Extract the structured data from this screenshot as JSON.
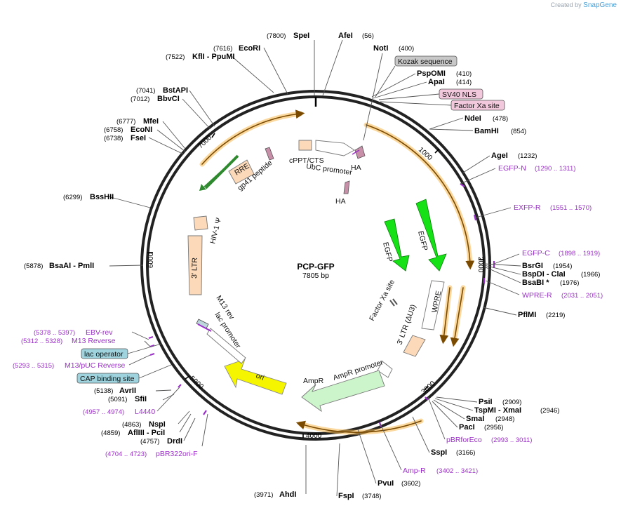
{
  "credit": {
    "prefix": "Created by",
    "brand": "SnapGene"
  },
  "plasmid": {
    "name": "PCP-GFP",
    "length": "7805 bp",
    "length_bp": 7805
  },
  "ticks": [
    "1000",
    "2000",
    "3000",
    "4000",
    "5000",
    "6000",
    "7000"
  ],
  "enzymes": [
    {
      "id": "spei",
      "name": "SpeI",
      "pos": "(7800)"
    },
    {
      "id": "afei",
      "name": "AfeI",
      "pos": "(56)"
    },
    {
      "id": "noti",
      "name": "NotI",
      "pos": "(400)"
    },
    {
      "id": "pspomi",
      "name": "PspOMI",
      "pos": "(410)"
    },
    {
      "id": "apai",
      "name": "ApaI",
      "pos": "(414)"
    },
    {
      "id": "ndei",
      "name": "NdeI",
      "pos": "(478)"
    },
    {
      "id": "bamhi",
      "name": "BamHI",
      "pos": "(854)"
    },
    {
      "id": "agei",
      "name": "AgeI",
      "pos": "(1232)"
    },
    {
      "id": "bsrgi",
      "name": "BsrGI",
      "pos": "(1954)"
    },
    {
      "id": "bspdi",
      "name": "BspDI - ClaI",
      "pos": "(1966)"
    },
    {
      "id": "bsabi",
      "name": "BsaBI *",
      "pos": "(1976)"
    },
    {
      "id": "pflmi",
      "name": "PflMI",
      "pos": "(2219)"
    },
    {
      "id": "psii",
      "name": "PsiI",
      "pos": "(2909)"
    },
    {
      "id": "tspmi",
      "name": "TspMI - XmaI",
      "pos": "(2946)"
    },
    {
      "id": "smai",
      "name": "SmaI",
      "pos": "(2948)"
    },
    {
      "id": "paci",
      "name": "PacI",
      "pos": "(2956)"
    },
    {
      "id": "sspi",
      "name": "SspI",
      "pos": "(3166)"
    },
    {
      "id": "pvui",
      "name": "PvuI",
      "pos": "(3602)"
    },
    {
      "id": "fspi",
      "name": "FspI",
      "pos": "(3748)"
    },
    {
      "id": "ahdi",
      "name": "AhdI",
      "pos": "(3971)"
    },
    {
      "id": "drdi",
      "name": "DrdI",
      "pos": "(4757)"
    },
    {
      "id": "afliii",
      "name": "AflIII - PciI",
      "pos": "(4859)"
    },
    {
      "id": "nspi",
      "name": "NspI",
      "pos": "(4863)"
    },
    {
      "id": "sfii",
      "name": "SfiI",
      "pos": "(5091)"
    },
    {
      "id": "avrii",
      "name": "AvrII",
      "pos": "(5138)"
    },
    {
      "id": "bsaai",
      "name": "BsaAI - PmlI",
      "pos": "(5878)"
    },
    {
      "id": "bsshii",
      "name": "BssHII",
      "pos": "(6299)"
    },
    {
      "id": "fsei",
      "name": "FseI",
      "pos": "(6738)"
    },
    {
      "id": "econi",
      "name": "EcoNI",
      "pos": "(6758)"
    },
    {
      "id": "mfei",
      "name": "MfeI",
      "pos": "(6777)"
    },
    {
      "id": "bbvci",
      "name": "BbvCI",
      "pos": "(7012)"
    },
    {
      "id": "bstapi",
      "name": "BstAPI",
      "pos": "(7041)"
    },
    {
      "id": "kfli",
      "name": "KflI - PpuMI",
      "pos": "(7522)"
    },
    {
      "id": "ecori",
      "name": "EcoRI",
      "pos": "(7616)"
    }
  ],
  "primers": [
    {
      "id": "egfpn",
      "name": "EGFP-N",
      "pos": "(1290 .. 1311)"
    },
    {
      "id": "exfpr",
      "name": "EXFP-R",
      "pos": "(1551 .. 1570)"
    },
    {
      "id": "egfpc",
      "name": "EGFP-C",
      "pos": "(1898 .. 1919)"
    },
    {
      "id": "wprer",
      "name": "WPRE-R",
      "pos": "(2031 .. 2051)"
    },
    {
      "id": "pbrforeco",
      "name": "pBRforEco",
      "pos": "(2993 .. 3011)"
    },
    {
      "id": "ampr",
      "name": "Amp-R",
      "pos": "(3402 .. 3421)"
    },
    {
      "id": "pbr322ori",
      "name": "pBR322ori-F",
      "pos": "(4704 .. 4723)"
    },
    {
      "id": "l4440",
      "name": "L4440",
      "pos": "(4957 .. 4974)"
    },
    {
      "id": "m13puc",
      "name": "M13/pUC Reverse",
      "pos": "(5293 .. 5315)"
    },
    {
      "id": "m13rev",
      "name": "M13 Reverse",
      "pos": "(5312 .. 5328)"
    },
    {
      "id": "ebvrev",
      "name": "EBV-rev",
      "pos": "(5378 .. 5397)"
    }
  ],
  "boxed_features": [
    {
      "id": "kozak",
      "name": "Kozak sequence",
      "color": "#c8c8c8"
    },
    {
      "id": "sv40",
      "name": "SV40 NLS",
      "color": "#f2c9dc"
    },
    {
      "id": "factorxa",
      "name": "Factor Xa site",
      "color": "#f2c9dc"
    },
    {
      "id": "lacop",
      "name": "lac operator",
      "color": "#9fd3de"
    },
    {
      "id": "cap",
      "name": "CAP binding site",
      "color": "#9fd3de"
    }
  ],
  "features": {
    "egfp_outer": "EGFP",
    "egfp_inner": "EGFP",
    "factor_xa": "Factor Xa site",
    "wpre": "WPRE",
    "ltr3_du3": "3' LTR (ΔU3)",
    "amp_promoter": "AmpR promoter",
    "ampr": "AmpR",
    "ori": "ori",
    "lac_promoter": "lac promoter",
    "m13_rev": "M13 rev",
    "ltr3": "3' LTR",
    "hiv1_psi": "HIV-1 Ψ",
    "rre": "RRE",
    "gp41": "gp41 peptide",
    "cppt": "cPPT/CTS",
    "ubc": "UbC promoter",
    "ha1": "HA",
    "ha2": "HA"
  },
  "colors": {
    "egfp": "#16e016",
    "ampr": "#ccf5cc",
    "ori": "#f5f500",
    "ltr": "#fcd9b8",
    "rre": "#fcd9b8",
    "orf_orange": "#f5b84e",
    "primer": "#9b30c8",
    "pink": "#f2c9dc",
    "teal": "#9fd3de"
  }
}
